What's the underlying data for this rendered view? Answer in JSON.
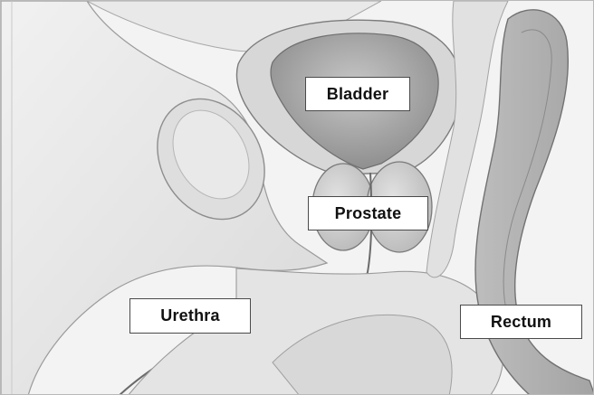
{
  "labels": {
    "bladder": "Bladder",
    "prostate": "Prostate",
    "urethra": "Urethra",
    "rectum": "Rectum"
  },
  "colors": {
    "background": "#f4f4f4",
    "tissue_light": "#e6e6e6",
    "tissue_mid": "#cfcfcf",
    "tissue_dark": "#9a9a9a",
    "outline": "#7d7d7d",
    "label_fill": "#ffffff",
    "label_border": "#4a4a4a"
  }
}
